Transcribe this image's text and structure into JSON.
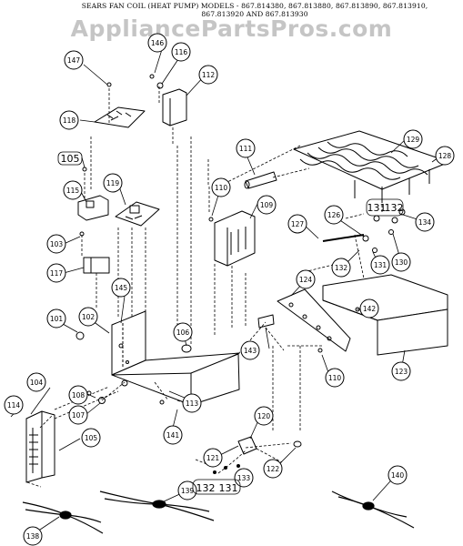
{
  "header": {
    "line1": "SEARS FAN COIL (HEAT PUMP) MODELS - 867.814380, 867.813880, 867.813890, 867.813910,",
    "line2": "867.813920 AND 867.813930"
  },
  "watermark": "AppliancePartsPros.com",
  "callouts": {
    "c101": "101",
    "c102": "102",
    "c103": "103",
    "c104": "104",
    "c105": "105",
    "c105b": "105",
    "c106": "106",
    "c107": "107",
    "c108": "108",
    "c109": "109",
    "c110": "110",
    "c110b": "110",
    "c111": "111",
    "c112": "112",
    "c113": "113",
    "c114": "114",
    "c115": "115",
    "c116": "116",
    "c117": "117",
    "c118": "118",
    "c119": "119",
    "c120": "120",
    "c121": "121",
    "c122": "122",
    "c123": "123",
    "c124": "124",
    "c126": "126",
    "c127": "127",
    "c128": "128",
    "c129": "129",
    "c130": "130",
    "c131": "131",
    "c131b": "131",
    "c131c": "131",
    "c132": "132",
    "c132b": "132",
    "c132c": "132",
    "c133": "133",
    "c134": "134",
    "c138": "138",
    "c139": "139",
    "c140": "140",
    "c141": "141",
    "c142": "142",
    "c143": "143",
    "c145": "145",
    "c146": "146",
    "c147": "147"
  }
}
